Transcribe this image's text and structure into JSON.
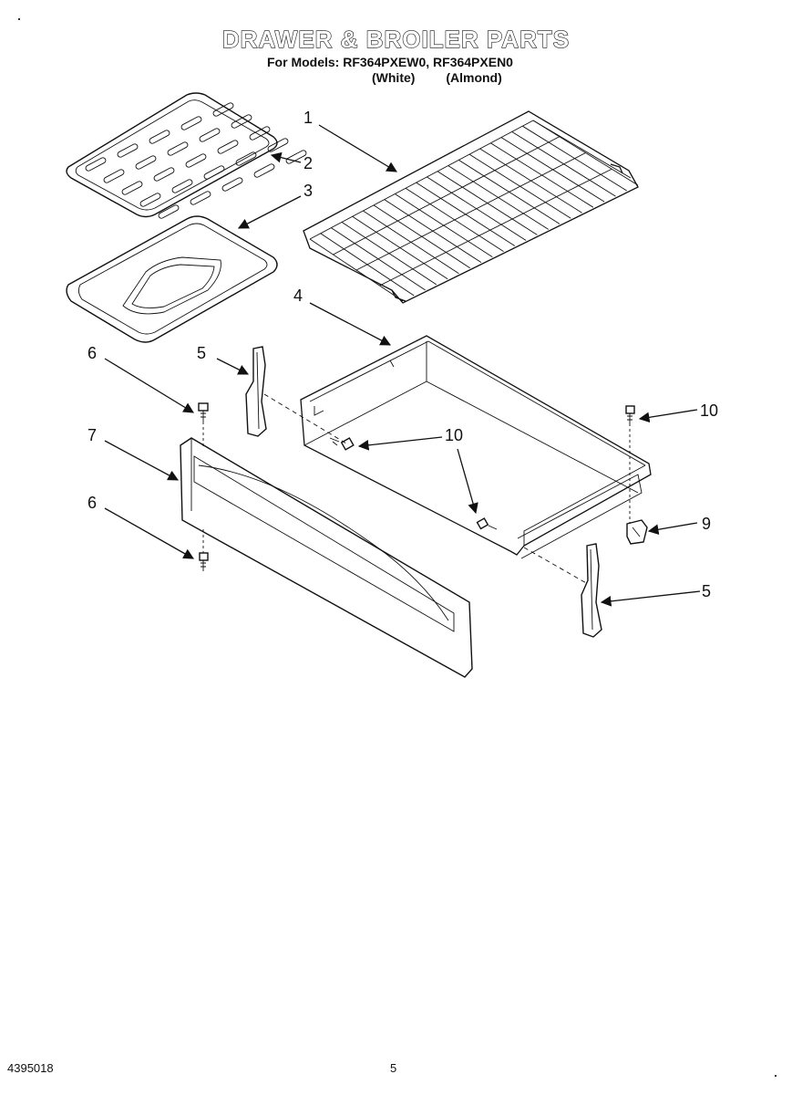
{
  "header": {
    "title": "DRAWER & BROILER PARTS",
    "models_line": "For Models: RF364PXEW0, RF364PXEN0",
    "color_white": "(White)",
    "color_almond": "(Almond)"
  },
  "callouts": {
    "c1": "1",
    "c2": "2",
    "c3": "3",
    "c4": "4",
    "c5a": "5",
    "c5b": "5",
    "c6a": "6",
    "c6b": "6",
    "c7": "7",
    "c9": "9",
    "c10a": "10",
    "c10b": "10"
  },
  "footer": {
    "doc_number": "4395018",
    "page_number": "5"
  }
}
